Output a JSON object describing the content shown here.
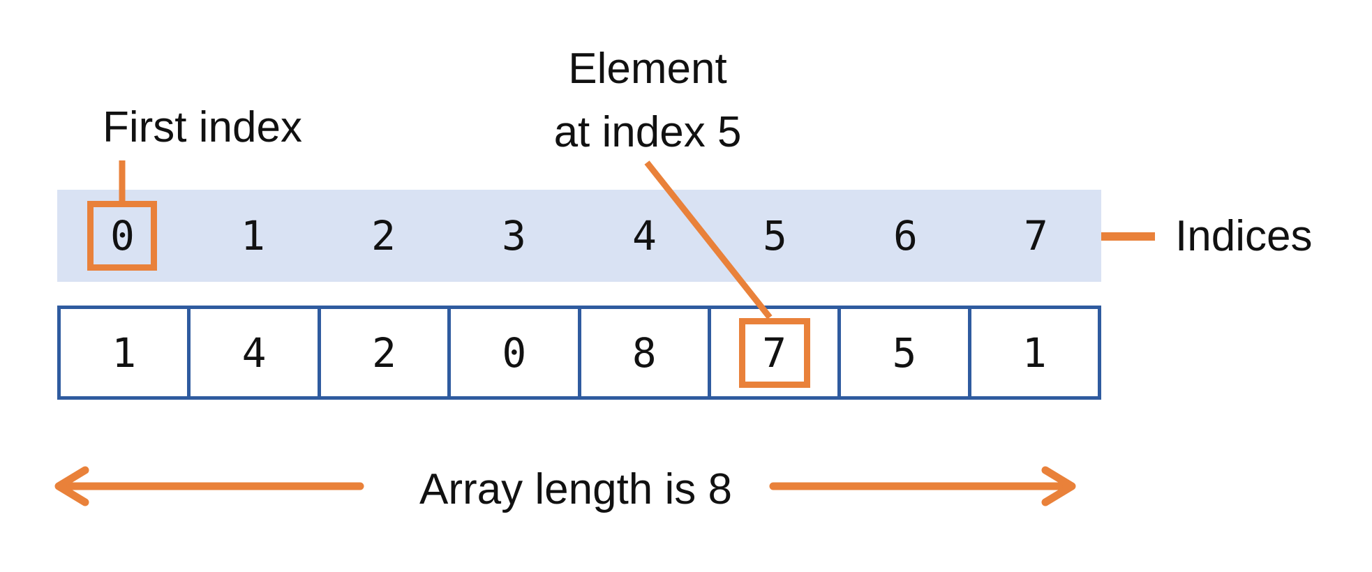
{
  "diagram": {
    "type": "array-indexing-diagram",
    "annotations": {
      "first_index_label": "First index",
      "element_label_line1": "Element",
      "element_label_line2": "at index 5",
      "indices_label": "Indices",
      "array_length_label": "Array length is 8"
    },
    "array": {
      "indices": [
        "0",
        "1",
        "2",
        "3",
        "4",
        "5",
        "6",
        "7"
      ],
      "values": [
        "1",
        "4",
        "2",
        "0",
        "8",
        "7",
        "5",
        "1"
      ],
      "length": 8,
      "highlighted_index": "0",
      "highlighted_element_index": 5,
      "highlighted_element_value": "7"
    }
  },
  "colors": {
    "accent_orange": "#E9813A",
    "band_fill": "#D9E2F3",
    "cell_border": "#2F5B9F",
    "text_color": "#111111",
    "canvas_bg": "#FFFFFF"
  }
}
